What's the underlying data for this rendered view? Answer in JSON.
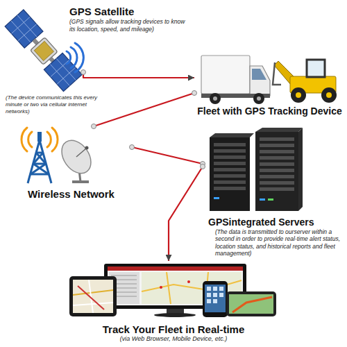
{
  "diagram": {
    "nodes": [
      {
        "text": [
          "GPS Satellite",
          "(GPS signals allow tracking devices to know its location, speed, and mileage)"
        ]
      },
      {
        "text": [
          "Fleet with GPS Tracking Device"
        ]
      },
      {
        "text": [
          "Wireless Network"
        ]
      },
      {
        "text": [
          "GPSintegrated Servers",
          "(The data is transmitted to ourserver within a second in order to provide real-time alert status, location status, and historical reports and fleet management)"
        ]
      },
      {
        "text": [
          "Track Your Fleet in Real-time",
          "(via Web Browser, Mobile Device, etc.)"
        ]
      }
    ],
    "edges": [
      {
        "from": 0,
        "to": 1,
        "arrow": "to"
      },
      {
        "from": 1,
        "to": 2,
        "arrow": "none"
      },
      {
        "from": 2,
        "to": 3,
        "arrow": "none"
      },
      {
        "from": 3,
        "to": 4,
        "arrow": "to"
      }
    ],
    "labels": [
      "(The device communicates this every minute or two via cellular internet networks)"
    ]
  }
}
